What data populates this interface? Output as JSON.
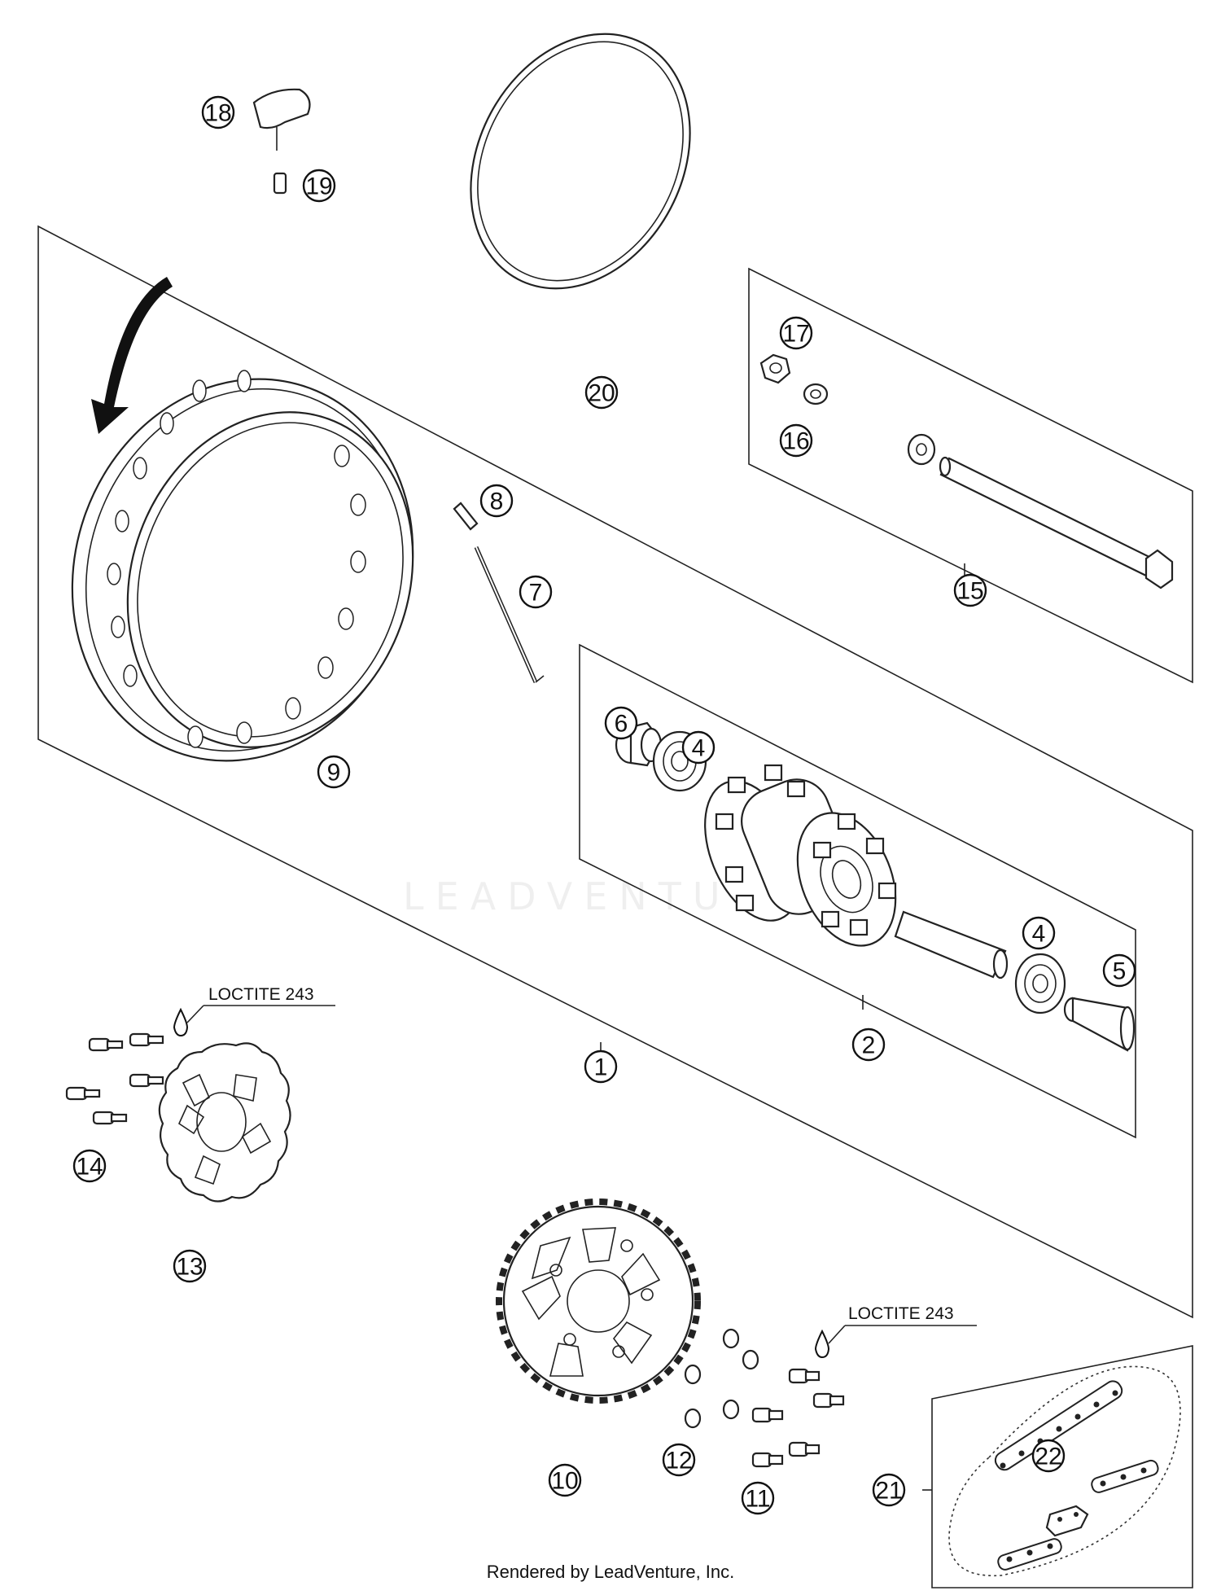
{
  "diagram": {
    "callouts": [
      "1",
      "2",
      "4",
      "4",
      "5",
      "6",
      "7",
      "8",
      "9",
      "10",
      "11",
      "12",
      "13",
      "14",
      "15",
      "16",
      "17",
      "18",
      "19",
      "20",
      "21",
      "22"
    ],
    "notes": {
      "loctite_disc": "LOCTITE 243",
      "loctite_sprocket": "LOCTITE 243"
    },
    "watermark": "LEADVENTURE"
  },
  "footer": {
    "text": "Rendered by LeadVenture, Inc."
  }
}
